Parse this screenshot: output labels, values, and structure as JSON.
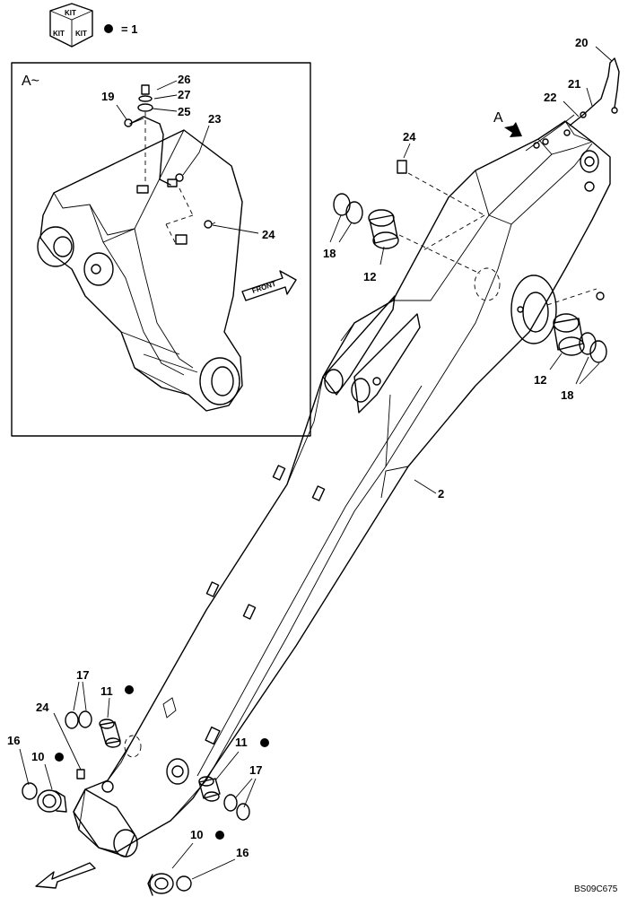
{
  "legend": {
    "kit_text": "KIT",
    "dot_equals": "= 1"
  },
  "detail": {
    "view_label": "A~",
    "front_label": "FRONT"
  },
  "view_arrow_label": "A",
  "drawing_code": "BS09C675",
  "callouts": {
    "p2": "2",
    "p10a": "10",
    "p10b": "10",
    "p11a": "11",
    "p11b": "11",
    "p12a": "12",
    "p12b": "12",
    "p16a": "16",
    "p16b": "16",
    "p17a": "17",
    "p17b": "17",
    "p18a": "18",
    "p18b": "18",
    "p19": "19",
    "p20": "20",
    "p21": "21",
    "p22": "22",
    "p23": "23",
    "p24a": "24",
    "p24b": "24",
    "p24c": "24",
    "p25": "25",
    "p26": "26",
    "p27": "27"
  }
}
